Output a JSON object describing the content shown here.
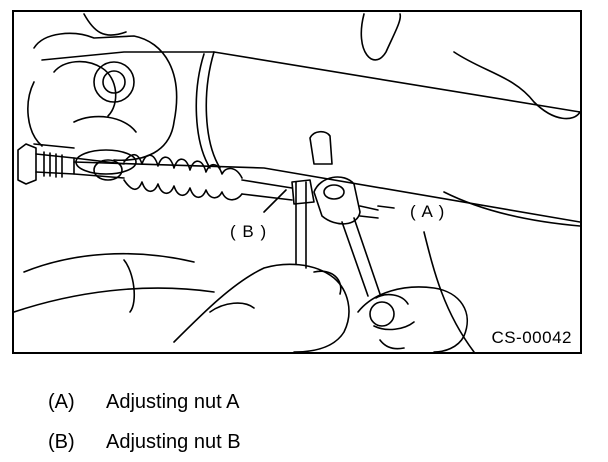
{
  "figure": {
    "callouts": {
      "a": "( A )",
      "b": "( B )"
    },
    "figure_code": "CS-00042"
  },
  "legend": [
    {
      "key": "(A)",
      "text": "Adjusting nut A"
    },
    {
      "key": "(B)",
      "text": "Adjusting nut B"
    }
  ]
}
